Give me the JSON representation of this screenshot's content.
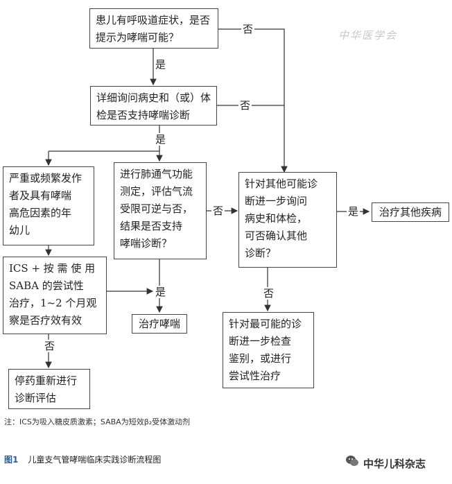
{
  "boxes": {
    "q1": "患儿有呼吸道症状，是否\n提示为哮喘可能？",
    "q2": "详细询问病史和（或）体\n检是否支持哮喘诊断",
    "high_risk": "严重或频繁发作\n者及具有哮喘\n高危因素的年\n幼儿",
    "lung_test": "进行肺通气功能\n测定，评估气流\n受限可逆与否，\n结果是否支持\n哮喘诊断？",
    "other_dx": "针对其他可能诊\n断进一步询问\n病史和体检，\n可否确认其他\n诊断？",
    "treat_other": "治疗其他疾病",
    "ics_trial": "ICS + 按 需 使 用\nSABA 的尝试性\n治疗，1~2 个月观\n察是否疗效有效",
    "treat_asthma": "治疗哮喘",
    "stop_reassess": "停药重新进行\n诊断评估",
    "most_likely": "针对最可能的诊\n断进一步检查\n鉴别，或进行\n尝试性治疗"
  },
  "edge_labels": {
    "q1_no": "否",
    "q1_yes": "是",
    "q2_no": "否",
    "q2_yes": "是",
    "lung_no": "否",
    "trial_yes": "是",
    "trial_no": "否",
    "other_yes": "是",
    "other_no": "否"
  },
  "footnote": "注：ICS为吸入糖皮质激素；SABA为短效β₂受体激动剂",
  "caption": {
    "fig_num": "图1",
    "title": "儿童支气管哮喘临床实践诊断流程图"
  },
  "watermarks": {
    "top": "中华医学会",
    "bottom": "中华儿科杂志"
  }
}
